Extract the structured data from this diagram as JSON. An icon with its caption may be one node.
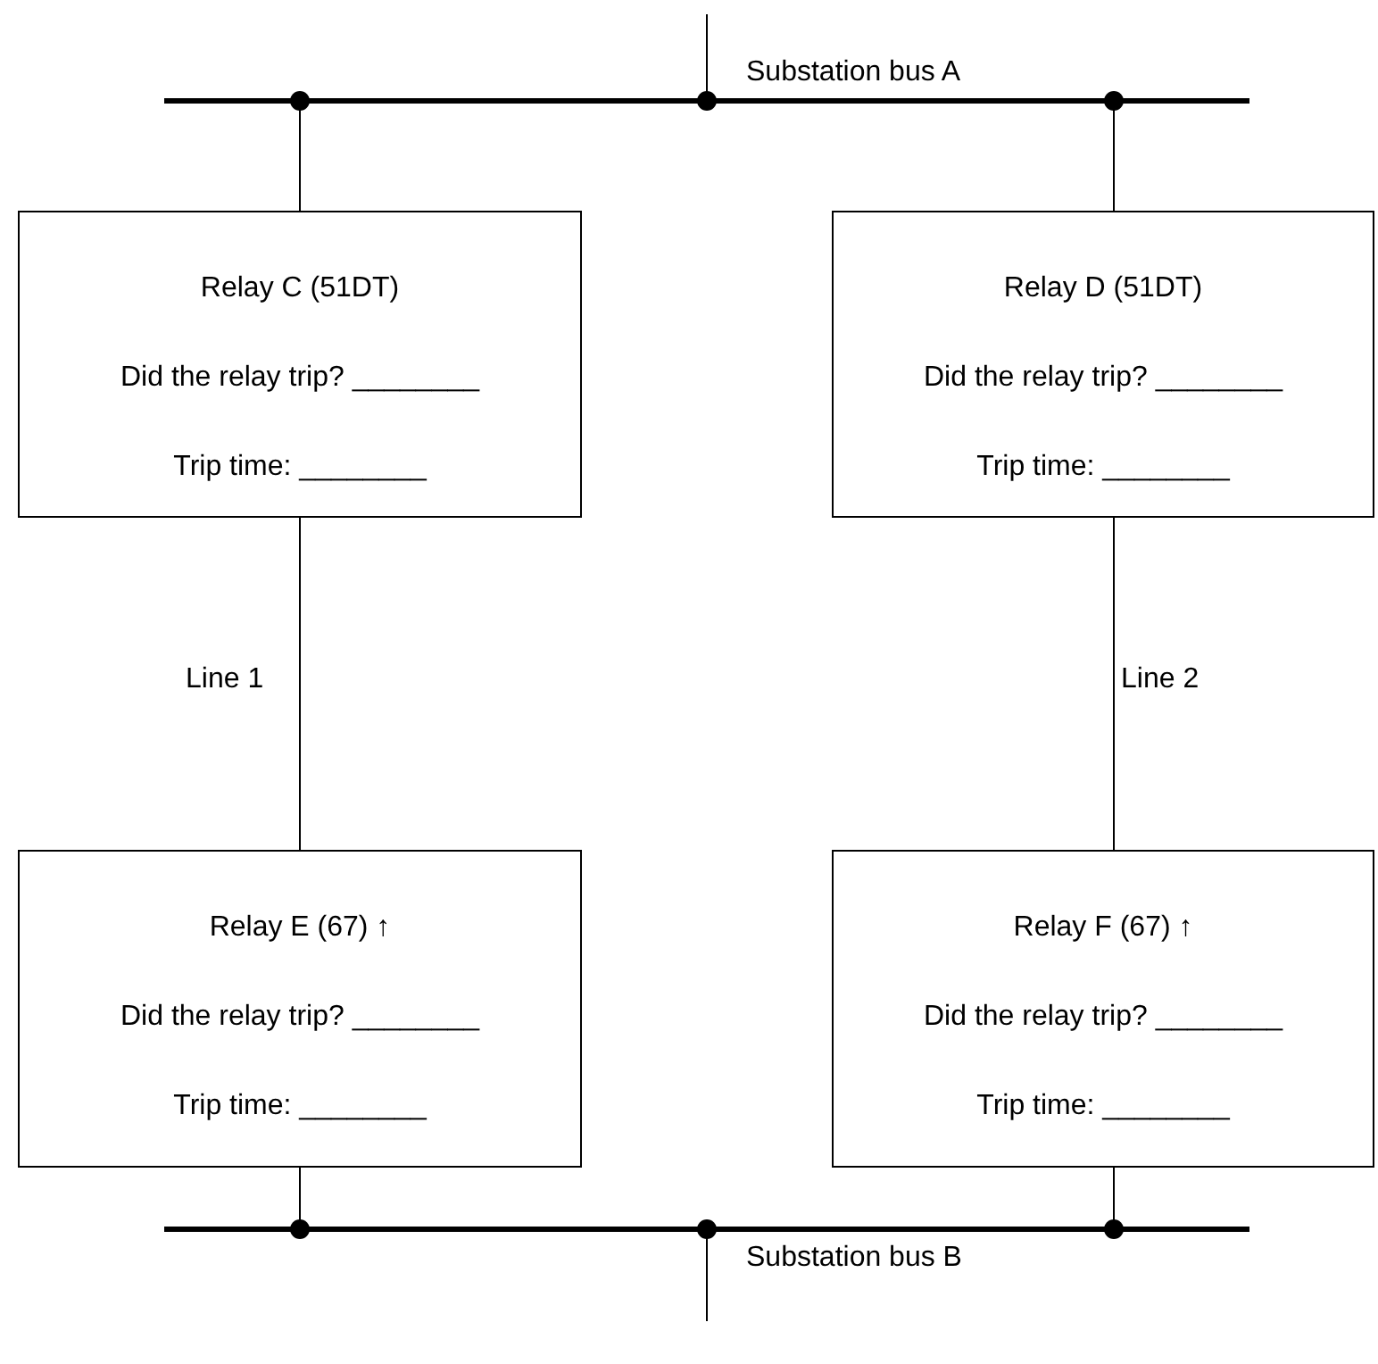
{
  "diagram": {
    "nodes": [
      {
        "text": [],
        "shape": "bar",
        "beside": [
          "Substation bus A"
        ]
      },
      {
        "text": [
          "Relay C (51DT)",
          "Did the relay trip? ________",
          "Trip time: ________"
        ]
      },
      {
        "text": [
          "Relay D (51DT)",
          "Did the relay trip? ________",
          "Trip time: ________"
        ]
      },
      {
        "text": [
          "Relay E (67) ↑",
          "Did the relay trip? ________",
          "Trip time: ________"
        ]
      },
      {
        "text": [
          "Relay F (67) ↑",
          "Did the relay trip? ________",
          "Trip time: ________"
        ]
      },
      {
        "text": [],
        "shape": "bar",
        "beside": [
          "Substation bus B"
        ]
      }
    ],
    "edges": [
      {
        "from": null,
        "to": 0,
        "arrow": "other"
      },
      {
        "from": 0,
        "to": 1,
        "arrow": "other"
      },
      {
        "from": 0,
        "to": 2,
        "arrow": "other"
      },
      {
        "from": 1,
        "to": 3,
        "arrow": "none",
        "label": "Line 1"
      },
      {
        "from": 2,
        "to": 4,
        "arrow": "none",
        "label": "Line 2"
      },
      {
        "from": 3,
        "to": 5,
        "arrow": "other"
      },
      {
        "from": 4,
        "to": 5,
        "arrow": "other"
      },
      {
        "from": 5,
        "to": null,
        "arrow": "other"
      }
    ]
  }
}
